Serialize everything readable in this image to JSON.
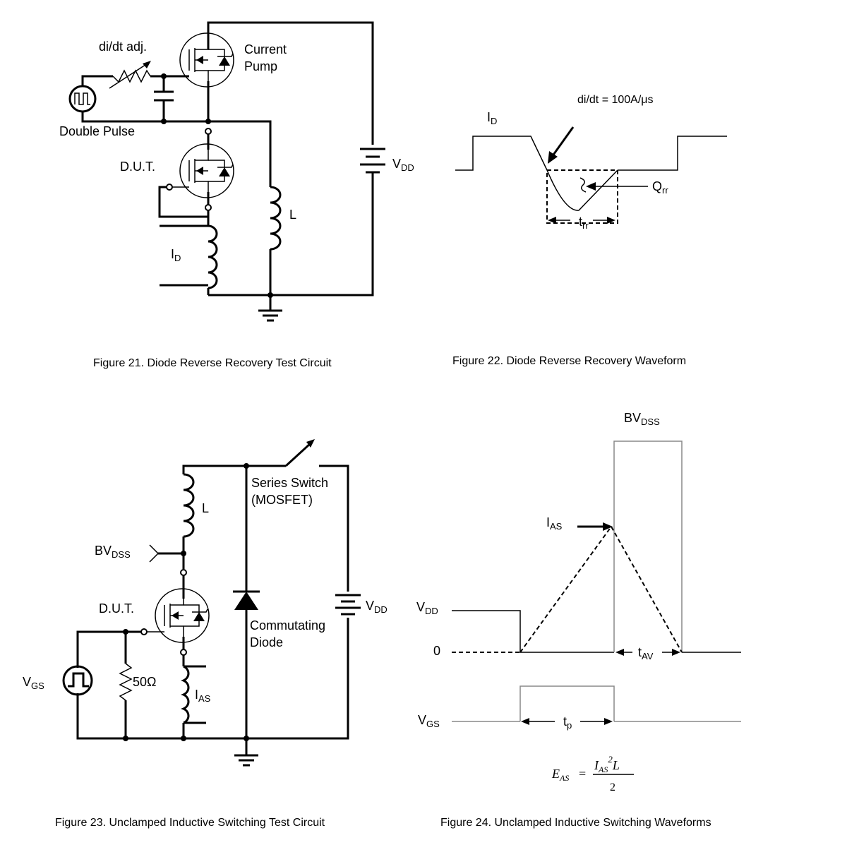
{
  "fig21": {
    "caption": "Figure 21. Diode Reverse Recovery Test Circuit",
    "didt_adj": "di/dt adj.",
    "current_pump_1": "Current",
    "current_pump_2": "Pump",
    "double_pulse": "Double Pulse",
    "dut": "D.U.T.",
    "vdd_main": "V",
    "vdd_sub": "DD",
    "inductor": "L",
    "id_main": "I",
    "id_sub": "D"
  },
  "fig22": {
    "caption": "Figure 22. Diode Reverse Recovery Waveform",
    "didt": "di/dt = 100A/μs",
    "id_main": "I",
    "id_sub": "D",
    "qrr_main": "Q",
    "qrr_sub": "rr",
    "trr_main": "t",
    "trr_sub": "rr"
  },
  "fig23": {
    "caption": "Figure 23. Unclamped Inductive Switching Test Circuit",
    "series_switch_1": "Series Switch",
    "series_switch_2": "(MOSFET)",
    "inductor": "L",
    "bvdss_main": "BV",
    "bvdss_sub": "DSS",
    "dut": "D.U.T.",
    "commutating_1": "Commutating",
    "commutating_2": "Diode",
    "vdd_main": "V",
    "vdd_sub": "DD",
    "vgs_main": "V",
    "vgs_sub": "GS",
    "resistor": "50Ω",
    "ias_main": "I",
    "ias_sub": "AS"
  },
  "fig24": {
    "caption": "Figure 24. Unclamped Inductive Switching Waveforms",
    "bvdss_main": "BV",
    "bvdss_sub": "DSS",
    "ias_main": "I",
    "ias_sub": "AS",
    "vdd_main": "V",
    "vdd_sub": "DD",
    "zero": "0",
    "tav_main": "t",
    "tav_sub": "AV",
    "vgs_main": "V",
    "vgs_sub": "GS",
    "tp_main": "t",
    "tp_sub": "p",
    "eq_lhs": "E",
    "eq_lhs_sub": "AS",
    "eq_equals": "=",
    "eq_num": "I",
    "eq_num_sub": "AS",
    "eq_num_sup": "2",
    "eq_num_l": "L",
    "eq_den": "2"
  }
}
